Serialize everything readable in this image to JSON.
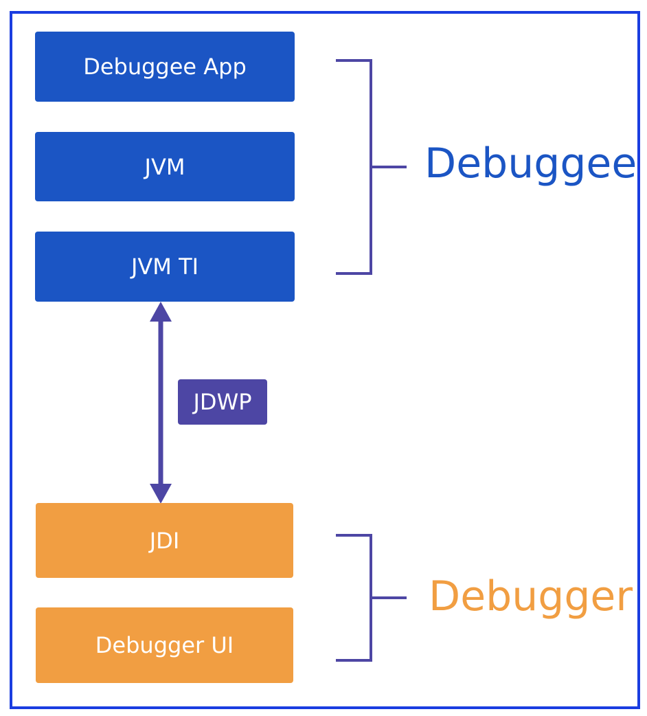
{
  "nodes": {
    "debuggee_app": "Debuggee App",
    "jvm": "JVM",
    "jvm_ti": "JVM TI",
    "jdwp": "JDWP",
    "jdi": "JDI",
    "debugger_ui": "Debugger UI"
  },
  "groups": {
    "debuggee": "Debuggee",
    "debugger": "Debugger"
  },
  "colors": {
    "frame": "#1a3de0",
    "debuggee_boxes": "#1b55c4",
    "debugger_boxes": "#f19e42",
    "protocol": "#4d46a4",
    "brackets": "#4d46a4"
  }
}
